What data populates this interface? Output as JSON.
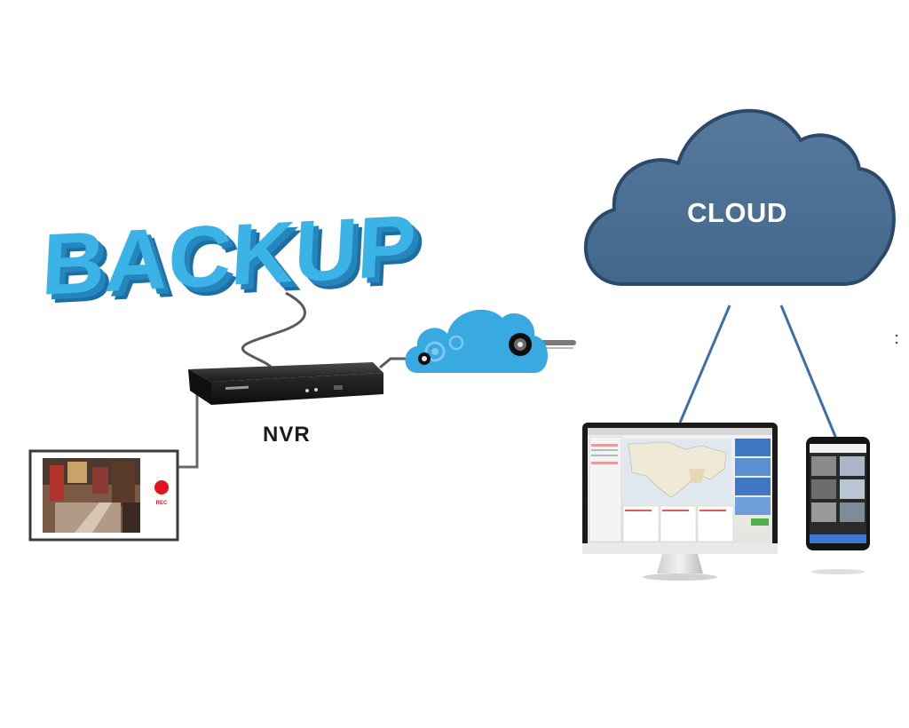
{
  "labels": {
    "backup": "BACKUP",
    "nvr": "NVR",
    "cloud": "CLOUD",
    "rec_badge": "REC"
  },
  "icons": {
    "backup_word": "backup-3d-text",
    "recorder": "nvr-device-icon",
    "small_cloud": "cloud-gear-icon",
    "big_cloud": "cloud-icon",
    "camera_frame": "camera-feed-frame",
    "rec": "record-dot-icon",
    "monitor": "desktop-monitor-icon",
    "phone": "smartphone-icon"
  },
  "colors": {
    "backup_face": "#3bb3e6",
    "backup_side": "#1d6fa3",
    "small_cloud": "#39a9e2",
    "big_cloud": "#4a6f93",
    "big_cloud_outline": "#2b4a6b",
    "link_line": "#3f6fa8",
    "cable": "#5a5a5a",
    "rec_dot": "#e0141e"
  }
}
